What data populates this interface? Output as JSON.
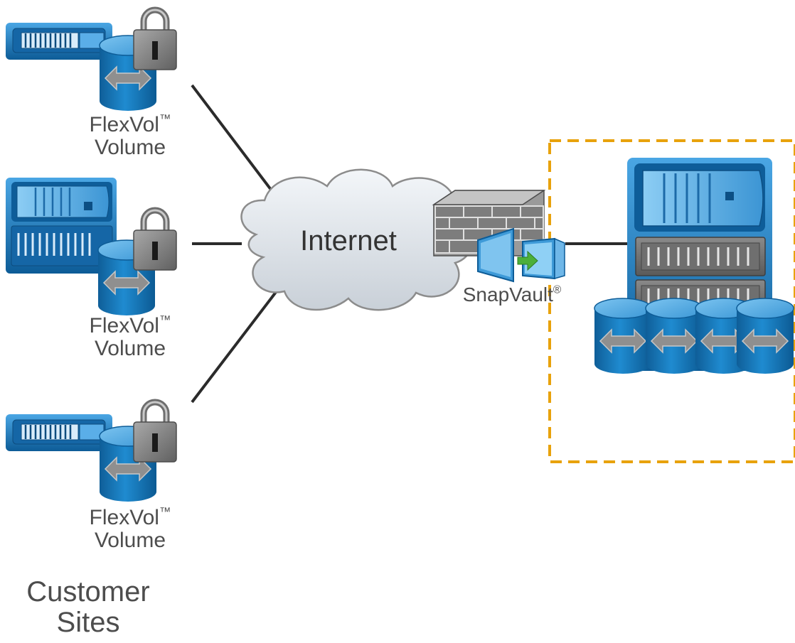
{
  "colors": {
    "line": "#2b2b2b",
    "dashed_box": "#e8a20c",
    "disk_blue": "#1b7fc4",
    "disk_top": "#5fb2e8",
    "arrow_gray": "#8a8a8a",
    "lock_body": "#7d7d7d",
    "cloud_fill": "#dde3ea",
    "brick": "#7a7a7a",
    "green_arrow": "#4caf3a"
  },
  "icons": [
    "storage-system-icon",
    "lock-icon",
    "disk-icon",
    "cloud-icon",
    "firewall-icon",
    "snapvault-icon",
    "netapp-logo-icon"
  ],
  "sites": [
    {
      "device": "storage-shelf",
      "volume_label_line1": "FlexVol",
      "trademark": "™",
      "volume_label_line2": "Volume"
    },
    {
      "device": "storage-controller",
      "volume_label_line1": "FlexVol",
      "trademark": "™",
      "volume_label_line2": "Volume"
    },
    {
      "device": "storage-shelf",
      "volume_label_line1": "FlexVol",
      "trademark": "™",
      "volume_label_line2": "Volume"
    }
  ],
  "customer_sites": {
    "line1": "Customer",
    "line2": "Sites"
  },
  "internet_label": "Internet",
  "snapvault": {
    "label": "SnapVault",
    "registered": "®"
  }
}
